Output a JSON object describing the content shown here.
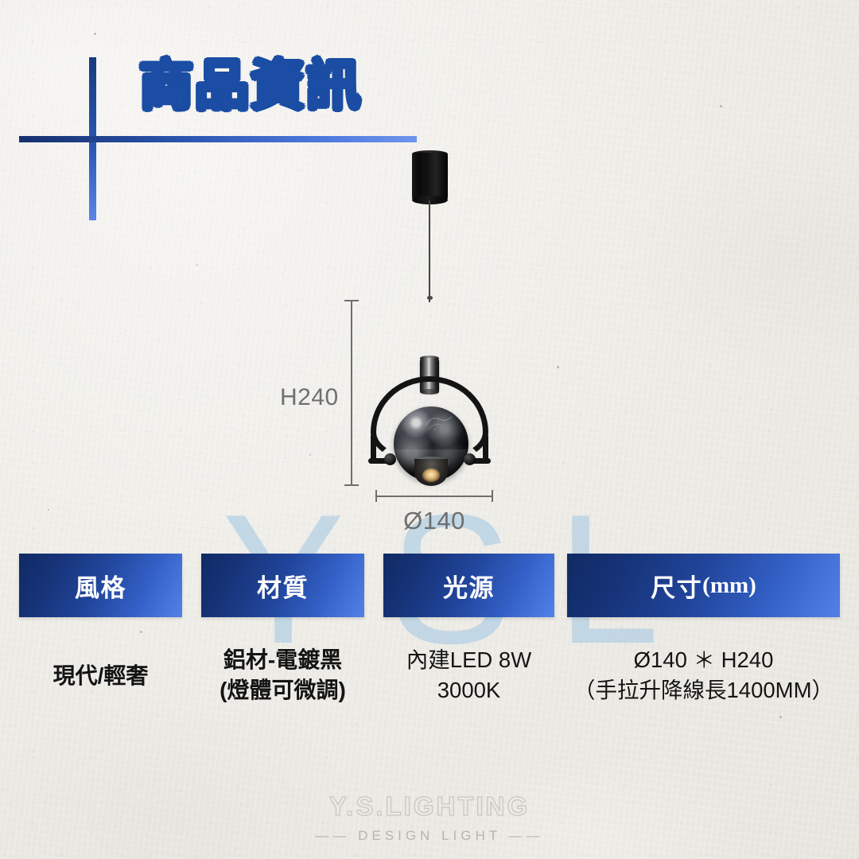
{
  "header": {
    "title": "商品資訊",
    "accent_dark": "#17306e",
    "accent_light": "#6f95ec"
  },
  "watermark": {
    "text": "YSL",
    "color": "#a9cbe4"
  },
  "product_image": {
    "alt_name": "black-chrome-globe-pendant-lamp",
    "dimension_height_label": "H240",
    "dimension_diameter_label": "Ø140"
  },
  "spec_table": {
    "columns": [
      {
        "header": "風格",
        "lines": [
          "現代/輕奢"
        ],
        "bold": true
      },
      {
        "header": "材質",
        "lines": [
          "鋁材-電鍍黑",
          "(燈體可微調)"
        ],
        "bold": true
      },
      {
        "header": "光源",
        "lines": [
          "內建LED 8W",
          "3000K"
        ],
        "bold": false
      },
      {
        "header_main": "尺寸",
        "header_unit": "(mm)",
        "header": "尺寸(mm)",
        "lines": [
          "Ø140 ＊ H240",
          "（手拉升降線長1400MM）"
        ],
        "bold": false
      }
    ]
  },
  "footer": {
    "brand": "Y.S.LIGHTING",
    "tagline": "—— DESIGN LIGHT ——"
  }
}
